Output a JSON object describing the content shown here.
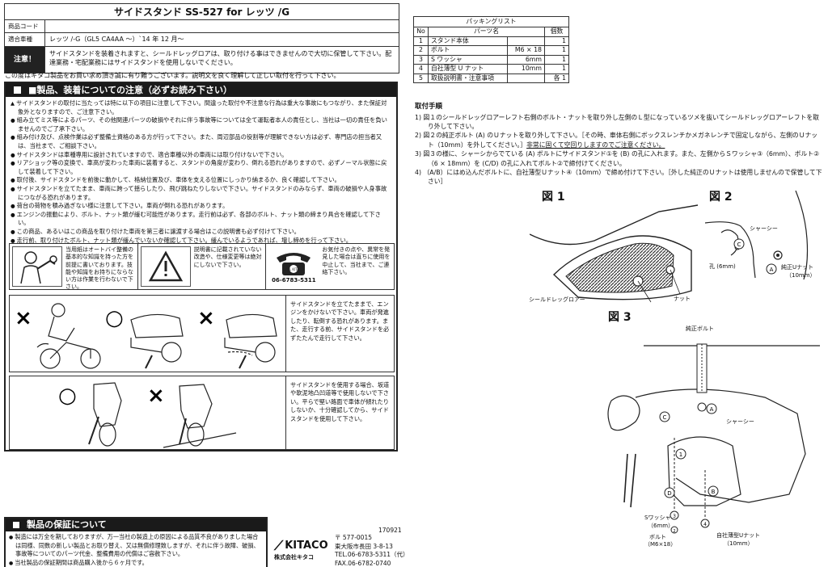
{
  "header": {
    "title": "サイドスタンド SS-527 for レッツ /G",
    "rows": [
      {
        "label": "商品コード",
        "value": ""
      },
      {
        "label": "適合車種",
        "value": "レッツ /-G（GL5 CA4AA ～）`14 年 12 月～"
      }
    ],
    "notice_label": "注意！",
    "notice_text": "サイドスタンドを装着されますと、シールドレッグロアは、取り付ける事はできませんので大切に保管して下さい。配達業務・宅配業務にはサイドスタンドを使用しないでください。"
  },
  "intro": "この度はキタコ製品をお買い求め頂き誠に有り難うございます。説明文を良く理解して正しい取付を行って下さい。",
  "caution": {
    "title": "■製品、装着についての注意（必ずお読み下さい）",
    "lead": "サイドスタンドの取付に当たっては特に以下の項目に注意して下さい。間違った取付や不注意な行為は重大な事故にもつながり、また保証対象外となりますので、ご注意下さい。",
    "items": [
      "組み立てミス等によるパーツ、その他関連パーツの破損やそれに伴う事故等については全て運転者本人の責任とし、当社は一切の責任を負いませんのでご了承下さい。",
      "組み付け及び、点検作業は必ず整備士資格のある方が行って下さい。また、周辺部品の役割等が理解できない方は必ず、専門店の担当者又は、当社まで、ご相談下さい。",
      "サイドスタンドは車種専用に設計されていますので、適合車種以外の車両には取り付けないで下さい。",
      "リアショック等の変換で、車高が変わった車両に装着すると、スタンドの角度が変わり、倒れる恐れがありますので、必ずノーマル状態に戻して装着して下さい。",
      "取付後、サイドスタンドを前後に動かして、格納位置及び、車体を支える位置にしっかり納まるか、良く確認して下さい。",
      "サイドスタンドを立てたまま、車両に跨って揺らしたり、飛び跳ねたりしないで下さい。サイドスタンドのみならず、車両の破損や人身事故につながる恐れがあります。",
      "荷台の荷物を積み過ぎない様に注意して下さい。車両が倒れる恐れがあります。",
      "エンジンの振動により、ボルト、ナット類が緩む可能性があります。走行前は必ず、各部のボルト、ナット類の締まり具合を確認して下さい。",
      "この商品、あるいはこの商品を取り付けた車両を第三者に譲渡する場合はこの説明書も必ず付けて下さい。",
      "走行前、取り付けたボルト、ナット類が緩んでいないか確認して下さい。緩んでいるようであれば、増し締めを行って下さい。"
    ],
    "panel1": "当用紙はオートバイ整備の基本的な知識を持った方を前提に書いております。技能や知識をお持ちにならない方は作業を行わないで下さい。",
    "panel2": "説明書に記載されていない改造や、仕様変更等は絶対にしないで下さい。",
    "panel3": "お気付きの点や、異常を発見した場合は直ちに使用を中止して、当社まで、ご連絡下さい。",
    "phone": "06-6783-5311",
    "call_label": "CALL KITACO",
    "ng_ok_1": "サイドスタンドを立てたままで、エンジンをかけないで下さい。車両が発進したり、転倒する恐れがあります。また、走行する前、サイドスタンドを必ずたたんで走行して下さい。",
    "ng_ok_2": "サイドスタンドを使用する場合、坂道や軟泥地凸凹道等で使用しないで下さい。平らで堅い路面で車体が傾れたりしないか、十分確認してから、サイドスタンドを使用して下さい。",
    "mark_ok": "○",
    "mark_ng": "×"
  },
  "warranty": {
    "title": "製品の保証について",
    "items": [
      "製造には万全を期しておりますが、万一当社の製造上の原因による品質不良がありました場合は同様、同数の新しい製品とお取り替え、又は無償修理致しますが、それに伴う故障、破損、事故等についてのパーツ代金、整備費用の代償はご容赦下さい。",
      "当社製品の保証期間は商品購入後から６ヶ月です。"
    ]
  },
  "doc_code": "170921",
  "company": {
    "logo": "KITACO",
    "name": "株式会社キタコ",
    "postal": "〒 577-0015",
    "address": "東大阪市長田 3-8-13",
    "tel": "TEL.06-6783-5311（代）",
    "fax": "FAX.06-6782-0740"
  },
  "packing": {
    "title": "パッキングリスト",
    "headers": [
      "No",
      "パーツ名",
      "個数"
    ],
    "rows": [
      [
        "1",
        "スタンド本体",
        "",
        "1"
      ],
      [
        "2",
        "ボルト",
        "M6 × 18",
        "1"
      ],
      [
        "3",
        "S ワッシャ",
        "6mm",
        "1"
      ],
      [
        "4",
        "自社薄型 U ナット",
        "10mm",
        "1"
      ],
      [
        "5",
        "取扱説明書・注意事項",
        "",
        "各 1"
      ]
    ]
  },
  "install": {
    "title": "取付手順",
    "steps": [
      {
        "num": "1)",
        "text": "図１のシールドレッグロアーレフト右側のボルト・ナットを取り外し左側のＬ型になっているツメを抜いてシールドレッグロアーレフトを取り外して下さい。"
      },
      {
        "num": "2)",
        "text": "図２の純正ボルト (A) のＵナットを取り外して下さい。［その時、車体右側にボックスレンチかメガネレンチで固定しながら、左側のＵナット（10mm）を外してください。］",
        "underline": "非常に固くて空回りしますのでご注意ください。"
      },
      {
        "num": "3)",
        "text": "図３の様に、シャーシからでている (A) ボルトにサイドスタンド①を (B) の孔に入れます。また、左側からＳワッシャ③（6mm）、ボルト②（6 × 18mm）を (C/D) の孔に入れてボルト②で締付けてください。"
      },
      {
        "num": "4)",
        "text": "（A/B）にはめ込んだボルトに、自社薄型Ｕナット④（10mm）で締め付けて下さい。［外した純正のＵナットは使用しませんので保管して下さい］"
      }
    ]
  },
  "figures": {
    "fig1": "図 1",
    "fig2": "図 2",
    "fig3": "図 3",
    "f1_leg": "シールドレッグロアー",
    "f1_nut": "ナット",
    "f2_chassis": "シャーシー",
    "f2_hole": "孔 (6mm)",
    "f2_unut": "純正Uナット",
    "f2_unut_size": "（10mm）",
    "f3_bolt": "純正ボルト",
    "f3_chassis": "シャーシー",
    "f3_washer": "Sワッシャ",
    "f3_washer_size": "（6mm）",
    "f3_bolt2": "ボルト",
    "f3_bolt2_size": "（M6×18）",
    "f3_unut": "自社薄型Uナット",
    "f3_unut_size": "（10mm）",
    "lbl_a": "A",
    "lbl_b": "B",
    "lbl_c": "C",
    "lbl_d": "D",
    "n1": "1",
    "n2": "2",
    "n3": "3",
    "n4": "4"
  }
}
